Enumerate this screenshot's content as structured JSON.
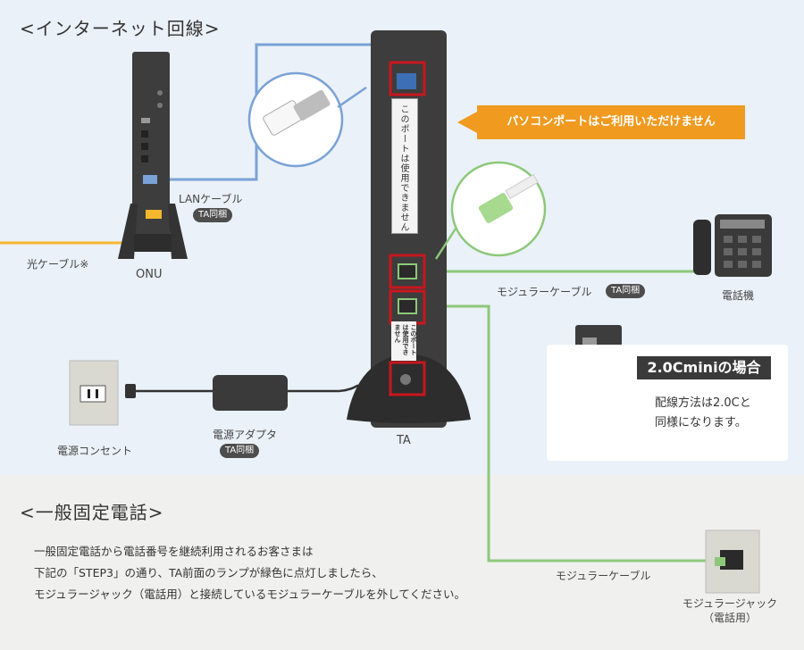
{
  "internet": {
    "heading": "<インターネット回線>",
    "lan_cable": {
      "label": "LANケーブル",
      "badge": "TA同梱"
    },
    "fiber_label": "光ケーブル※",
    "onu_label": "ONU",
    "ta_label": "TA",
    "callout": "パソコンポートはご利用いただけません",
    "port_note": "このポートは使用できません",
    "port_note_small": "このポートは使用できません",
    "modular_cable": {
      "label": "モジュラーケーブル",
      "badge": "TA同梱"
    },
    "phone_label": "電話機",
    "outlet_label": "電源コンセント",
    "adapter": {
      "label": "電源アダプタ",
      "badge": "TA同梱"
    },
    "mini": {
      "title": "2.0Cminiの場合",
      "line1": "配線方法は2.0Cと",
      "line2": "同様になります。"
    }
  },
  "landline": {
    "heading": "<一般固定電話>",
    "text_line1": "一般固定電話から電話番号を継続利用されるお客さまは",
    "text_line2": "下記の「STEP3」の通り、TA前面のランプが緑色に点灯しましたら、",
    "text_line3": "モジュラージャック（電話用）と接続しているモジュラーケーブルを外してください。",
    "modular_cable_label": "モジュラーケーブル",
    "jack_label_line1": "モジュラージャック",
    "jack_label_line2": "（電話用）"
  },
  "colors": {
    "lan_blue": "#7aa2d6",
    "fiber_yellow": "#f5b72e",
    "modular_green": "#8dc87a",
    "highlight_red": "#c8161d",
    "callout_orange": "#f09a1f",
    "device_dark": "#3d3d3d"
  }
}
